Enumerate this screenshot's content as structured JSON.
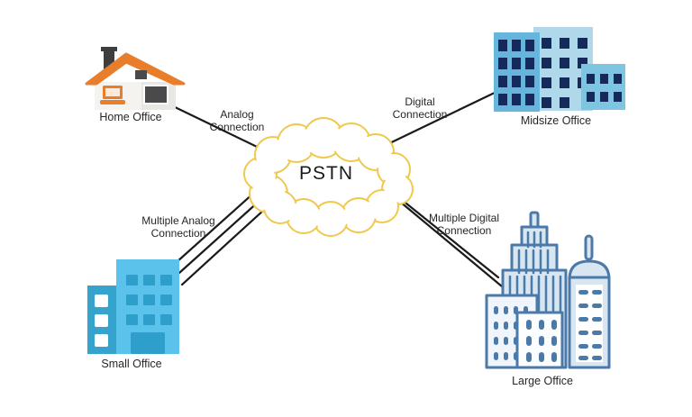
{
  "diagram": {
    "cloud": {
      "label": "PSTN"
    },
    "nodes": {
      "home": {
        "label": "Home Office",
        "icon": "house-icon"
      },
      "midsize": {
        "label": "Midsize Office",
        "icon": "office-buildings-icon"
      },
      "small": {
        "label": "Small Office",
        "icon": "office-building-icon"
      },
      "large": {
        "label": "Large Office",
        "icon": "skyscraper-icon"
      }
    },
    "connections": {
      "analog": {
        "line1": "Analog",
        "line2": "Connection",
        "num_lines": 1,
        "from": "Home Office",
        "to": "PSTN"
      },
      "digital": {
        "line1": "Digital",
        "line2": "Connection",
        "num_lines": 1,
        "from": "PSTN",
        "to": "Midsize Office"
      },
      "multiple_analog": {
        "line1": "Multiple Analog",
        "line2": "Connection",
        "num_lines": 3,
        "from": "Small Office",
        "to": "PSTN"
      },
      "multiple_digital": {
        "line1": "Multiple Digital",
        "line2": "Connection",
        "num_lines": 2,
        "from": "PSTN",
        "to": "Large Office"
      }
    },
    "colors": {
      "cloud_outline": "#EFC94C",
      "connection_line": "#1A1A1A",
      "house_roof_orange": "#E87E2B",
      "house_wall": "#F4F3F0",
      "house_window_dark": "#4A4A4A",
      "midsize_front_blue": "#66B5DC",
      "midsize_back_light_blue": "#AFD9EA",
      "midsize_right_blue": "#7EC5E2",
      "midsize_window_navy": "#16295B",
      "small_office_light_blue": "#5BC2EC",
      "small_office_teal": "#35A3CC",
      "small_office_window_teal": "#2E9FCA",
      "large_office_outline_blue": "#4B79A8",
      "large_office_fill": "#D8E6F2"
    }
  }
}
